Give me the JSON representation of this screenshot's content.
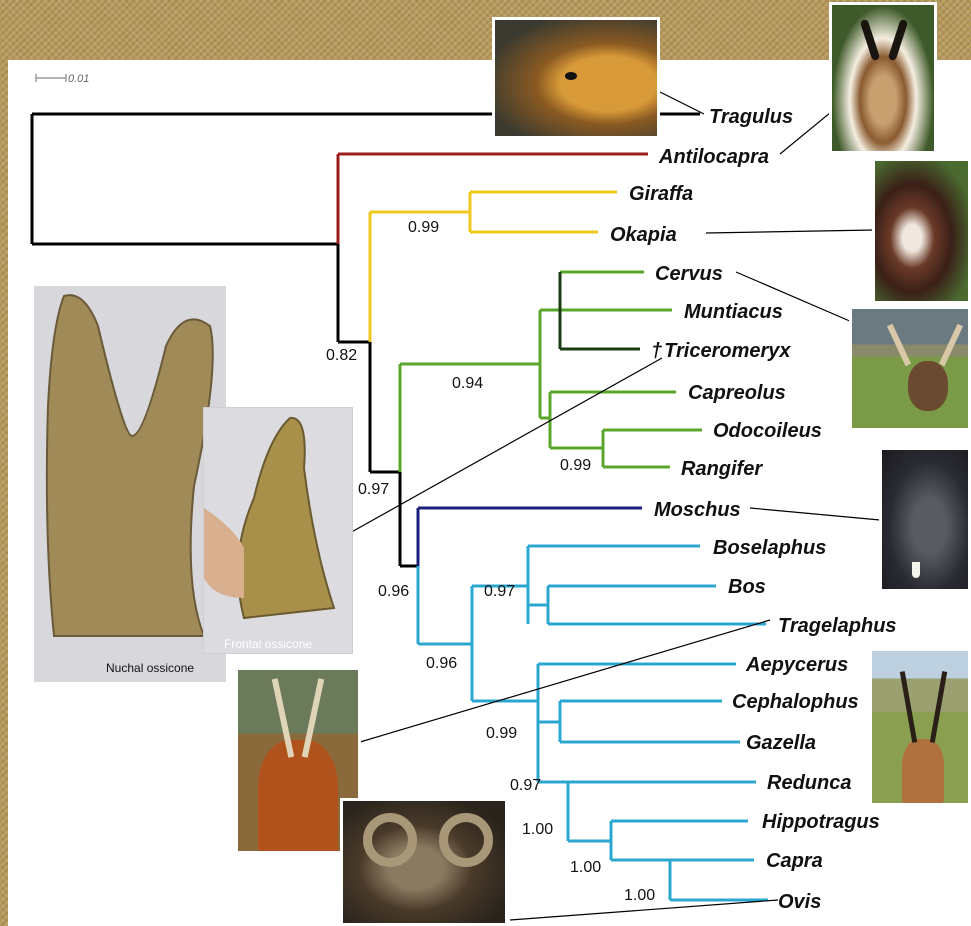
{
  "scale_bar": {
    "label": "0.01"
  },
  "taxa": {
    "tragulus": "Tragulus",
    "antilocapra": "Antilocapra",
    "giraffa": "Giraffa",
    "okapia": "Okapia",
    "cervus": "Cervus",
    "muntiacus": "Muntiacus",
    "triceromeryx": "Triceromeryx",
    "capreolus": "Capreolus",
    "odocoileus": "Odocoileus",
    "rangifer": "Rangifer",
    "moschus": "Moschus",
    "boselaphus": "Boselaphus",
    "bos": "Bos",
    "tragelaphus": "Tragelaphus",
    "aepycerus": "Aepycerus",
    "cephalophus": "Cephalophus",
    "gazella": "Gazella",
    "redunca": "Redunca",
    "hippotragus": "Hippotragus",
    "capra": "Capra",
    "ovis": "Ovis"
  },
  "extinct_marker": "†",
  "support_values": {
    "giraffidae": "0.99",
    "pecora_core": "0.82",
    "cervidae": "0.94",
    "capreolinae": "0.99",
    "cervid_moschid_bovid": "0.97",
    "moschid_bovid": "0.96",
    "bovini": "0.97",
    "bovidae": "0.96",
    "antilopinae": "0.99",
    "cephalophini": "0.97",
    "caprinae_1": "1.00",
    "caprinae_2": "1.00",
    "caprinae_3": "1.00"
  },
  "captions": {
    "nuchal": "Nuchal  ossicone",
    "frontal": "Frontal  ossicone"
  },
  "colors": {
    "root": "#000000",
    "antilocapridae": "#9b1c1c",
    "giraffidae": "#f0c820",
    "cervidae": "#5aa52c",
    "triceromeryx": "#1a3d14",
    "moschidae": "#1a1f7a",
    "bovidae": "#2aa7d0"
  }
}
